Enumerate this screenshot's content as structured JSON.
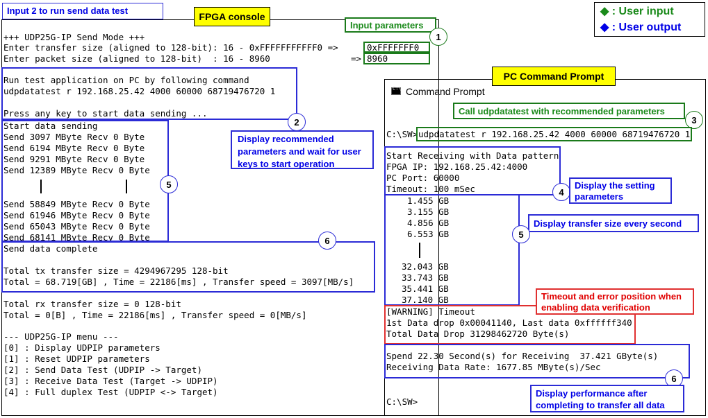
{
  "title_left": "Input 2 to run send data test",
  "title_fpga": "FPGA console",
  "title_pc": "PC Command Prompt",
  "legend": {
    "user_input": "◆ : User input",
    "user_output": "◆ : User output"
  },
  "fpga": {
    "header": "+++ UDP25G-IP Send Mode +++",
    "prompt_transfer": "Enter transfer size (aligned to 128-bit): 16 - 0xFFFFFFFFFFF0 =>",
    "prompt_transfer_value": "0xFFFFFFF0",
    "prompt_packet": "Enter packet size (aligned to 128-bit)  : 16 - 8960",
    "prompt_packet_arrow": "=>",
    "prompt_packet_value": "8960",
    "run_line1": "Run test application on PC by following command",
    "run_line2": "udpdatatest r 192.168.25.42 4000 60000 68719476720 1",
    "press_key": "Press any key to start data sending ...",
    "start_sending": "Start data sending",
    "send_lines_top": [
      "Send 3097 MByte Recv 0 Byte",
      "Send 6194 MByte Recv 0 Byte",
      "Send 9291 MByte Recv 0 Byte",
      "Send 12389 MByte Recv 0 Byte"
    ],
    "send_lines_bottom": [
      "Send 58849 MByte Recv 0 Byte",
      "Send 61946 MByte Recv 0 Byte",
      "Send 65043 MByte Recv 0 Byte",
      "Send 68141 MByte Recv 0 Byte"
    ],
    "complete": "Send data complete",
    "total_tx": "Total tx transfer size = 4294967295 128-bit",
    "total_tx_line": "Total = 68.719[GB] , Time = 22186[ms] , Transfer speed = 3097[MB/s]",
    "total_rx": "Total rx transfer size = 0 128-bit",
    "total_rx_line": "Total = 0[B] , Time = 22186[ms] , Transfer speed = 0[MB/s]",
    "menu_title": "--- UDP25G-IP menu ---",
    "menu": [
      "[0] : Display UDPIP parameters",
      "[1] : Reset UDPIP parameters",
      "[2] : Send Data Test (UDPIP -> Target)",
      "[3] : Receive Data Test (Target -> UDPIP)",
      "[4] : Full duplex Test (UDPIP <-> Target)"
    ]
  },
  "pc": {
    "window_title": "Command Prompt",
    "prompt": "C:\\SW>",
    "command": "udpdatatest r 192.168.25.42 4000 60000 68719476720 1",
    "setting": [
      "Start Receiving with Data pattern",
      "FPGA IP: 192.168.25.42:4000",
      "PC Port: 60000",
      "Timeout: 100 mSec"
    ],
    "sizes_top": [
      "1.455 GB",
      "3.155 GB",
      "4.856 GB",
      "6.553 GB"
    ],
    "sizes_bottom": [
      "32.043 GB",
      "33.743 GB",
      "35.441 GB",
      "37.140 GB"
    ],
    "warning": [
      "[WARNING] Timeout",
      "1st Data drop 0x00041140, Last data 0xffffff340",
      "Total Data Drop 31298462720 Byte(s)"
    ],
    "perf": [
      "Spend 22.30 Second(s) for Receiving  37.421 GByte(s)",
      "Receiving Data Rate: 1677.85 MByte(s)/Sec"
    ],
    "final_prompt": "C:\\SW>"
  },
  "callouts": {
    "input_params": "Input parameters",
    "recommended": "Display recommended parameters and wait for user keys to start operation",
    "call_udp": "Call udpdatatest with recommended parameters",
    "setting_params": "Display the setting parameters",
    "transfer_size": "Display transfer size every second",
    "timeout_error": "Timeout and error position when enabling data verification",
    "performance": "Display performance after completing to transfer all data"
  },
  "markers": {
    "m1": "1",
    "m2": "2",
    "m3": "3",
    "m4": "4",
    "m5a": "5",
    "m5b": "5",
    "m6a": "6",
    "m6b": "6"
  }
}
